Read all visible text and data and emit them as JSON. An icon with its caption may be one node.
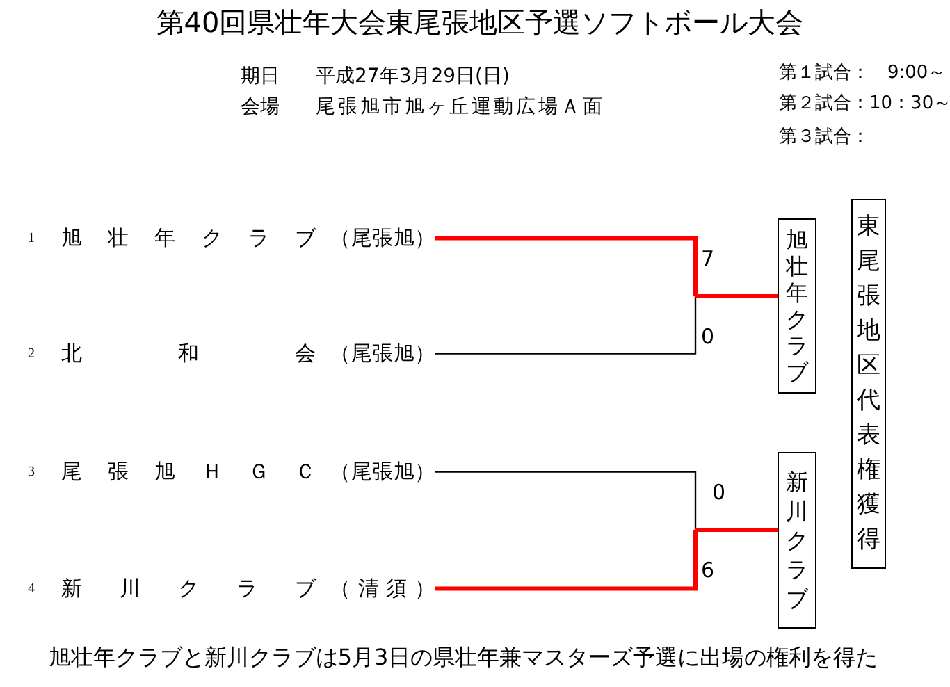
{
  "diagram": {
    "title": "第40回県壮年大会東尾張地区予選ソフトボール大会",
    "caption": "旭壮年クラブと新川クラブは5月3日の県壮年兼マスターズ予選に出場の権利を得た",
    "nodes": [
      {
        "text": [
          "旭壮年クラブ",
          "（尾張旭）"
        ],
        "beside": [
          "1"
        ]
      },
      {
        "text": [
          "北和会",
          "（尾張旭）"
        ],
        "beside": [
          "2"
        ]
      },
      {
        "text": [
          "尾張旭ＨＧＣ",
          "（尾張旭）"
        ],
        "beside": [
          "3"
        ]
      },
      {
        "text": [
          "新川クラブ",
          "（清須）"
        ],
        "beside": [
          "4"
        ]
      },
      {
        "text": [
          "旭壮年クラブ"
        ]
      },
      {
        "text": [
          "新川クラブ"
        ]
      },
      {
        "text": [
          "東尾張地区代表権獲得"
        ]
      }
    ],
    "edges": [
      {
        "from": 0,
        "to": 4,
        "arrow": "none",
        "label": "7",
        "style": "thick",
        "color": "#ff0000"
      },
      {
        "from": 1,
        "to": 4,
        "arrow": "none",
        "label": "0",
        "color": "#000000"
      },
      {
        "from": 2,
        "to": 5,
        "arrow": "none",
        "label": "0",
        "color": "#000000"
      },
      {
        "from": 3,
        "to": 5,
        "arrow": "none",
        "label": "6",
        "style": "thick",
        "color": "#ff0000"
      }
    ],
    "labels": [
      "期日",
      "平成27年3月29日(日)",
      "第１試合：　9:00～",
      "会場",
      "尾張旭市旭ヶ丘運動広場Ａ面",
      "第２試合：10：30～",
      "第３試合："
    ]
  }
}
